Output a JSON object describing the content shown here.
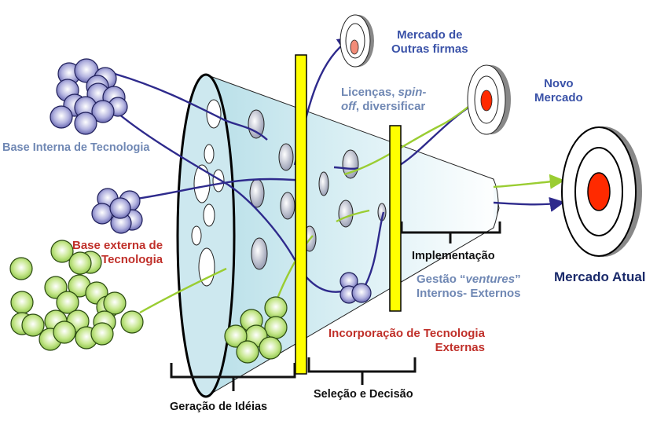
{
  "colors": {
    "cone_fill": "#d6eef5",
    "gate": "#ffff00",
    "path_internal": "#2e2a8c",
    "path_external": "#9acd32",
    "target_center": "#ff2a00",
    "target_center_small": "#f28c78"
  },
  "labels": {
    "mercado_outras": [
      "Mercado de",
      "Outras firmas"
    ],
    "novo_mercado": [
      "Novo",
      "Mercado"
    ],
    "licencas_a": "Licenças, ",
    "licencas_b": "spin-",
    "licencas_c": "off",
    "licencas_d": ", diversificar",
    "base_interna": "Base Interna de Tecnologia",
    "base_externa": [
      "Base externa de",
      "Tecnologia"
    ],
    "implementacao": "Implementação",
    "gestao_a": "Gestão “",
    "gestao_b": "ventures",
    "gestao_c": "”",
    "gestao_line2": "Internos- Externos",
    "mercado_atual": "Mercado Atual",
    "incorporacao": [
      "Incorporação de  Tecnologia",
      "Externas"
    ],
    "geracao": "Geração de Idéias",
    "selecao": "Seleção e Decisão"
  },
  "icons": {
    "internal_cluster": "blue-sphere-cluster",
    "external_cluster": "green-sphere-cluster",
    "targets": "bullseye-target"
  }
}
